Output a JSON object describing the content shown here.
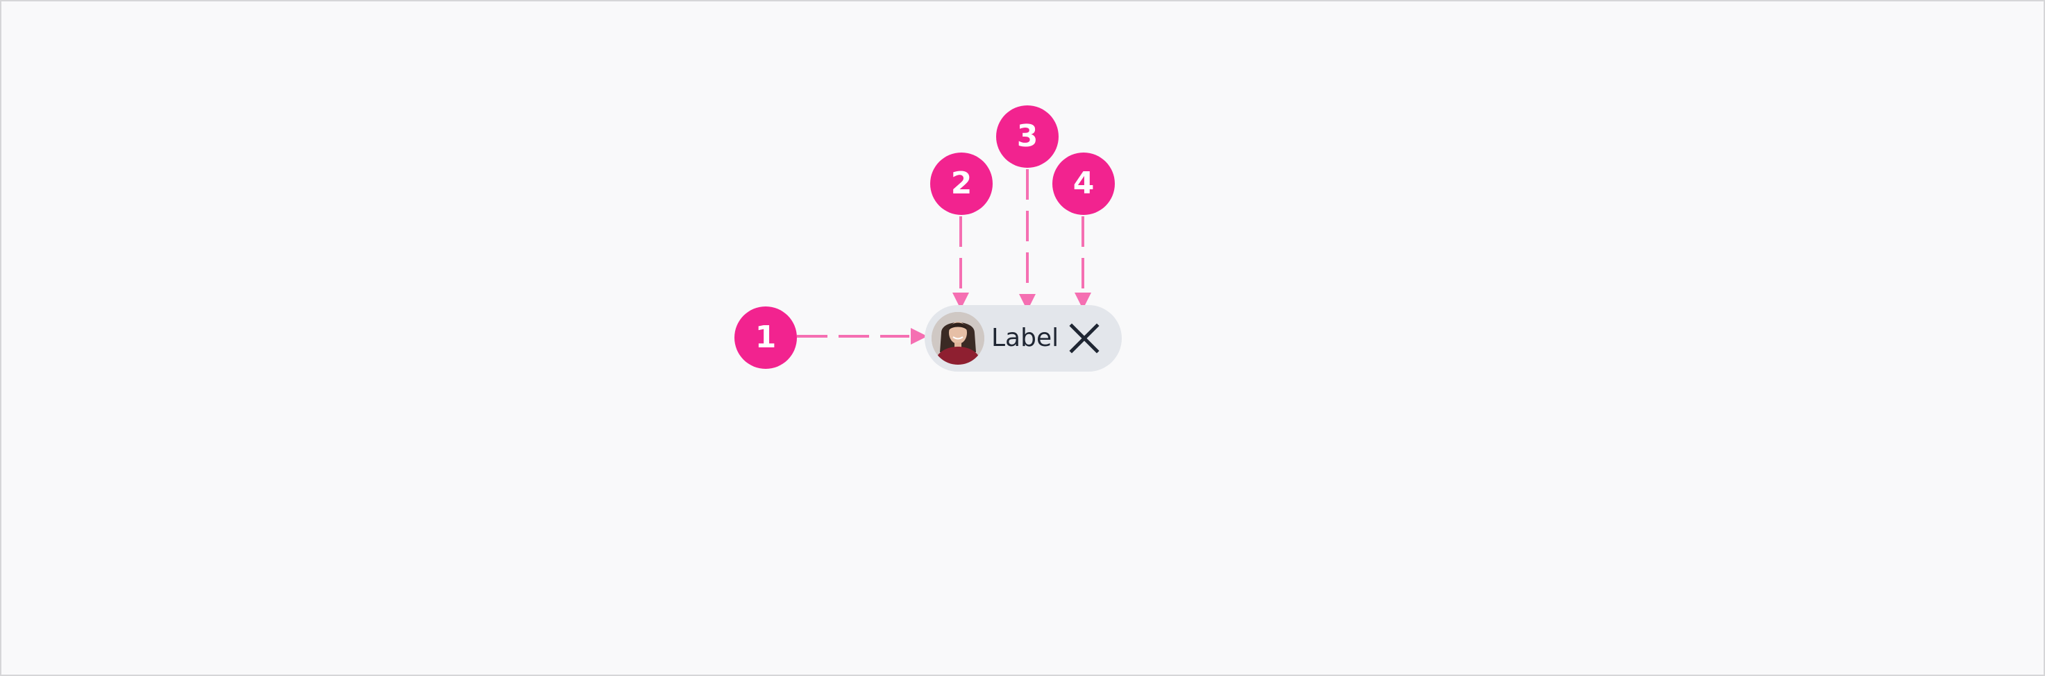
{
  "markers": [
    {
      "number": "1",
      "target": "chip-container"
    },
    {
      "number": "2",
      "target": "avatar"
    },
    {
      "number": "3",
      "target": "label"
    },
    {
      "number": "4",
      "target": "remove-icon"
    }
  ],
  "chip": {
    "label": "Label",
    "avatar_icon": "person-avatar",
    "remove_icon": "close-icon"
  },
  "colors": {
    "marker": "#f2238f",
    "guide": "#f56fb2",
    "chip_background": "#e3e6eb",
    "chip_text": "#1f2633",
    "canvas": "#f9f9fa"
  }
}
